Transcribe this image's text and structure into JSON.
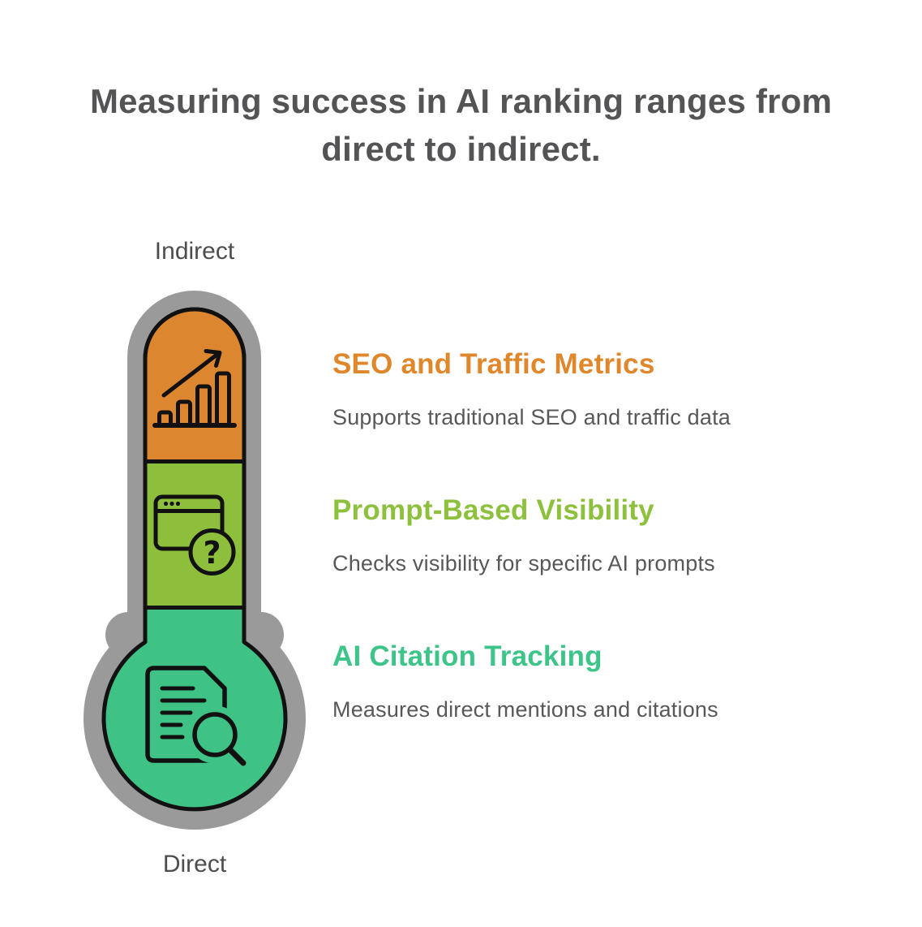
{
  "title": "Measuring success in AI ranking ranges from direct to indirect.",
  "title_lines": [
    "Measuring success in AI ranking ranges from",
    "direct to indirect."
  ],
  "thermometer": {
    "top_label": "Indirect",
    "bottom_label": "Direct",
    "tube_color": "#9A9A9A",
    "outline_color": "#111111",
    "segments": [
      {
        "name": "top-segment",
        "color": "#DC8630"
      },
      {
        "name": "middle-segment",
        "color": "#8DBE3C"
      },
      {
        "name": "bulb-segment",
        "color": "#3EC286"
      }
    ]
  },
  "sections": [
    {
      "heading": "SEO and Traffic Metrics",
      "heading_color": "#E0872C",
      "description": "Supports traditional SEO and traffic data",
      "icon": "growth-chart-icon"
    },
    {
      "heading": "Prompt-Based Visibility",
      "heading_color": "#8DC03C",
      "description": "Checks visibility for specific AI prompts",
      "icon": "browser-question-icon"
    },
    {
      "heading": "AI Citation Tracking",
      "heading_color": "#3DC489",
      "description": "Measures direct mentions and citations",
      "icon": "document-search-icon"
    }
  ],
  "icons": {
    "question_glyph": "?"
  },
  "text_colors": {
    "title": "#545456",
    "body": "#58585A",
    "axis_labels": "#4D4D4F"
  }
}
